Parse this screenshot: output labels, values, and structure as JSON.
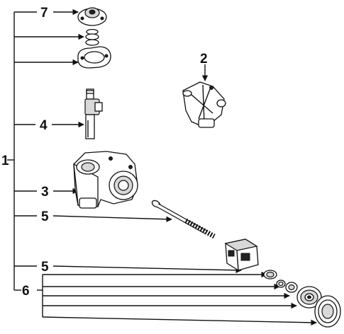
{
  "diagram": {
    "callouts": {
      "c1": "1",
      "c2": "2",
      "c3": "3",
      "c4": "4",
      "c5a": "5",
      "c5b": "5",
      "c6": "6",
      "c7": "7"
    },
    "parts": [
      "mount-cap",
      "small-ring-upper",
      "small-ring-lower",
      "gasket",
      "bracket",
      "sensor-shaft",
      "gear-housing",
      "long-bolt",
      "adjuster-block",
      "seal-ring",
      "washer-a",
      "washer-b",
      "pulley",
      "end-cover"
    ]
  }
}
